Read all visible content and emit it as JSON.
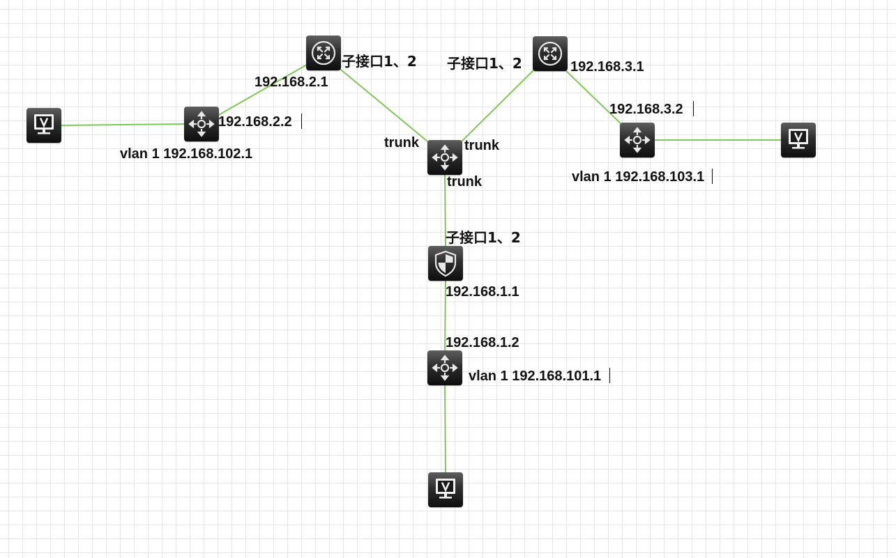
{
  "colors": {
    "link": "#7dc856",
    "device": "#1e1e1e"
  },
  "devices": [
    {
      "id": "router-1",
      "type": "router",
      "icon": "router-icon"
    },
    {
      "id": "router-2",
      "type": "router",
      "icon": "router-icon"
    },
    {
      "id": "core-switch",
      "type": "l3-switch",
      "icon": "switch-icon"
    },
    {
      "id": "switch-left",
      "type": "l3-switch",
      "icon": "switch-icon"
    },
    {
      "id": "switch-right",
      "type": "l3-switch",
      "icon": "switch-icon"
    },
    {
      "id": "firewall",
      "type": "firewall",
      "icon": "shield-icon"
    },
    {
      "id": "switch-bottom",
      "type": "l3-switch",
      "icon": "switch-icon"
    },
    {
      "id": "pc-left",
      "type": "pc",
      "icon": "monitor-icon"
    },
    {
      "id": "pc-right",
      "type": "pc",
      "icon": "monitor-icon"
    },
    {
      "id": "pc-bottom",
      "type": "pc",
      "icon": "monitor-icon"
    }
  ],
  "labels": {
    "r1_subif": "子接口1、2",
    "r1_ip": "192.168.2.1",
    "r2_subif": "子接口1、2",
    "r2_ip": "192.168.3.1",
    "swl_ip": "192.168.2.2",
    "swl_vlan": "vlan 1 192.168.102.1",
    "swr_ip": "192.168.3.2",
    "swr_vlan": "vlan 1 192.168.103.1",
    "core_trunk_left": "trunk",
    "core_trunk_right": "trunk",
    "core_trunk_bottom": "trunk",
    "fw_subif": "子接口1、2",
    "fw_ip": "192.168.1.1",
    "swb_ip": "192.168.1.2",
    "swb_vlan": "vlan 1 192.168.101.1"
  }
}
